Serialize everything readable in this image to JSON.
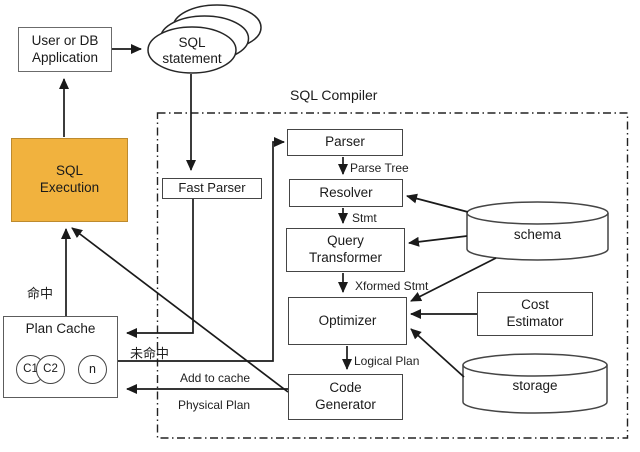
{
  "region": {
    "title": "SQL Compiler"
  },
  "colors": {
    "accent_fill": "#F1B23E",
    "accent_border": "#BD8A2E",
    "box_border": "#454545",
    "line": "#1a1a1a"
  },
  "nodes": {
    "user_app": {
      "label": "User or DB\nApplication"
    },
    "sql_statement": {
      "label": "SQL\nstatement"
    },
    "sql_execution": {
      "label": "SQL\nExecution"
    },
    "fast_parser": {
      "label": "Fast Parser"
    },
    "plan_cache": {
      "label": "Plan Cache",
      "entries": [
        "C1",
        "C2",
        "n"
      ]
    },
    "parser": {
      "label": "Parser"
    },
    "resolver": {
      "label": "Resolver"
    },
    "query_transformer": {
      "label": "Query\nTransformer"
    },
    "optimizer": {
      "label": "Optimizer"
    },
    "code_generator": {
      "label": "Code\nGenerator"
    },
    "schema": {
      "label": "schema"
    },
    "cost_estimator": {
      "label": "Cost\nEstimator"
    },
    "storage": {
      "label": "storage"
    }
  },
  "edge_labels": {
    "parse_tree": "Parse Tree",
    "stmt": "Stmt",
    "xformed_stmt": "Xformed Stmt",
    "logical_plan": "Logical Plan",
    "add_to_cache": "Add to cache",
    "physical_plan": "Physical Plan",
    "cache_hit": "命中",
    "cache_miss": "未命中"
  }
}
